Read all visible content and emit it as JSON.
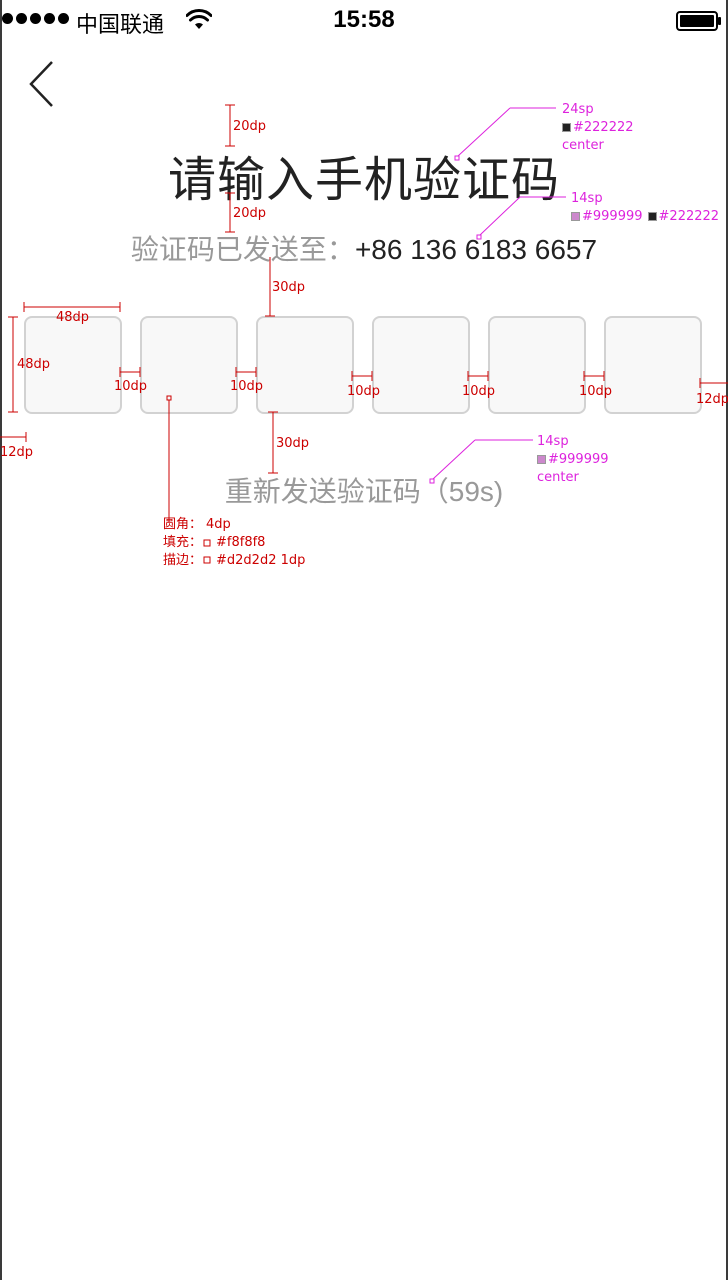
{
  "status_bar": {
    "carrier": "中国联通",
    "time": "15:58",
    "signal_icon": "signal-dots-icon",
    "wifi_icon": "wifi-icon",
    "battery_icon": "battery-icon"
  },
  "nav": {
    "back_icon": "chevron-left-icon"
  },
  "main": {
    "title": "请输入手机验证码",
    "sent_to_label": "验证码已发送至：",
    "phone_number": "+86 136 6183 6657",
    "code_box_count": 6,
    "resend_text": "重新发送验证码（59s)"
  },
  "colors": {
    "title": "#222222",
    "secondary": "#999999",
    "box_fill": "#f8f8f8",
    "box_stroke": "#d2d2d2",
    "annotation_red": "#cc0000",
    "annotation_magenta": "#dd22dd"
  },
  "annotations": {
    "gap_top_title": "20dp",
    "gap_title_sub": "20dp",
    "gap_sub_boxes": "30dp",
    "gap_boxes_resend": "30dp",
    "box_width": "48dp",
    "box_height": "48dp",
    "box_gap": "10dp",
    "side_margin_left": "12dp",
    "side_margin_right": "12dp",
    "title_size": "24sp",
    "title_color": "#222222",
    "title_align": "center",
    "subtitle_size": "14sp",
    "subtitle_colors": "#999999",
    "subtitle_color2": "#222222",
    "resend_size": "14sp",
    "resend_color": "#999999",
    "resend_align": "center",
    "corner_label": "圆角：",
    "corner_value": "4dp",
    "fill_label": "填充：",
    "fill_value": "#f8f8f8",
    "stroke_label": "描边：",
    "stroke_value": "#d2d2d2  1dp"
  }
}
